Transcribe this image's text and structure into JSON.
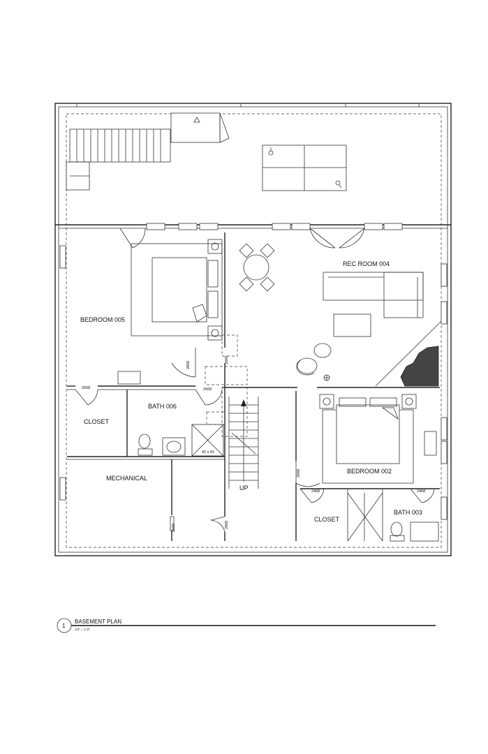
{
  "rooms": {
    "rec_room": "REC ROOM 004",
    "bedroom_005": "BEDROOM 005",
    "bedroom_002": "BEDROOM 002",
    "bath_006": "BATH 006",
    "bath_003": "BATH 003",
    "closet_left": "CLOSET",
    "closet_right": "CLOSET",
    "mechanical": "MECHANICAL"
  },
  "door_tags": {
    "closet_left": "2668",
    "bedroom_005_door": "2668",
    "hall_upper": "2668",
    "bath_006_door": "2668",
    "bedroom_002_door": "2668",
    "mech_door": "2668",
    "mech_hall_door": "2668",
    "closet_right": "2468",
    "bath_003": "2468"
  },
  "shower_size": "42 x 42",
  "stair_label": "UP",
  "title_block": {
    "number": "1",
    "title": "BASEMENT PLAN",
    "scale": "1/4\" = 1'-0\""
  }
}
